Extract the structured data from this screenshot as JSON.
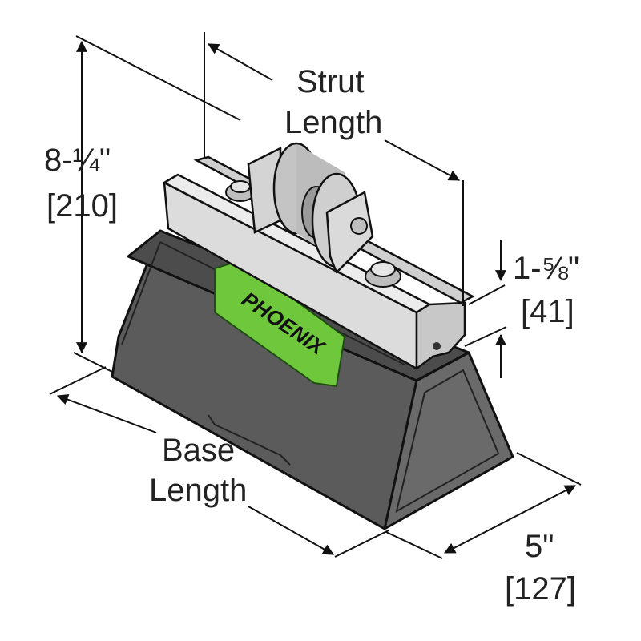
{
  "dimensions": {
    "height": {
      "imperial": "8-¼\"",
      "metric": "[210]"
    },
    "strut_length": {
      "line1": "Strut",
      "line2": "Length"
    },
    "strut_height": {
      "imperial": "1-⅝\"",
      "metric": "[41]"
    },
    "base_length": {
      "line1": "Base",
      "line2": "Length"
    },
    "width": {
      "imperial": "5\"",
      "metric": "[127]"
    }
  },
  "logo": {
    "text": "PHOENIX"
  },
  "colors": {
    "base_body": "#5b5b5b",
    "base_face": "#6a6a6a",
    "base_top": "#4c4c4c",
    "strut": "#dcdcdc",
    "roller": "#c4c4c4",
    "logo_green": "#6fc83c",
    "line": "#111111"
  }
}
